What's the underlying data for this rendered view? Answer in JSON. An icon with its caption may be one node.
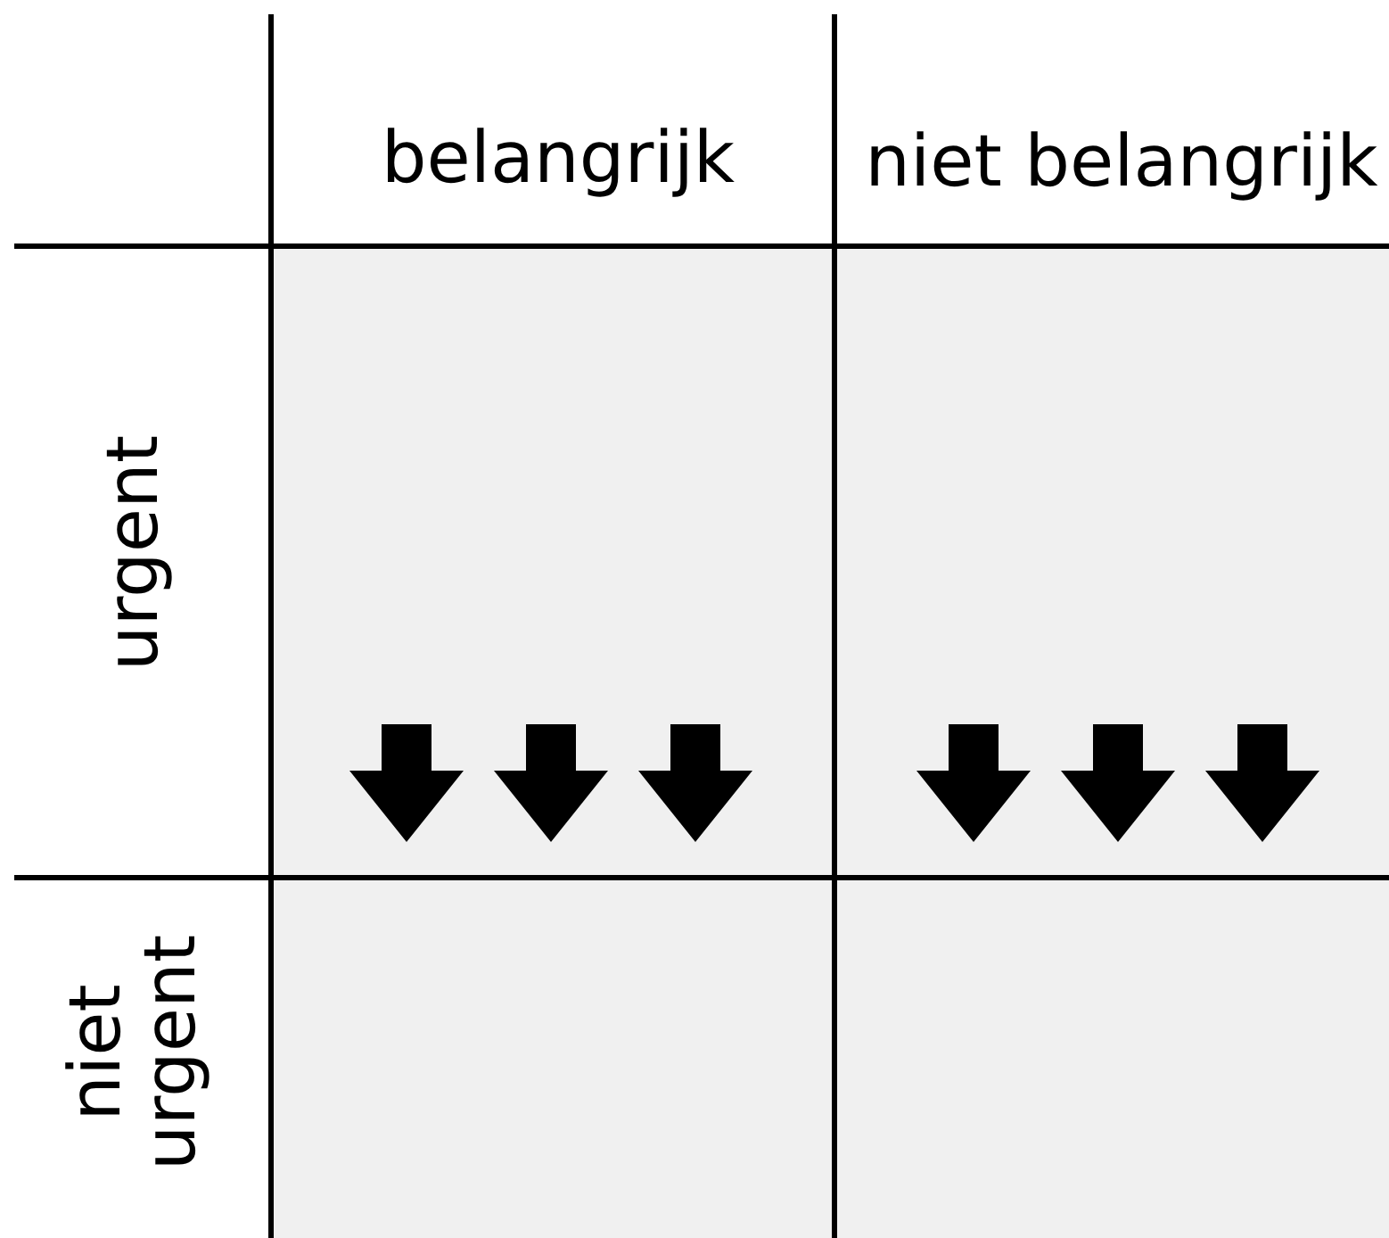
{
  "diagram": {
    "labels": [
      "belangrijk",
      "niet belangrijk",
      "urgent",
      "niet urgent"
    ]
  }
}
